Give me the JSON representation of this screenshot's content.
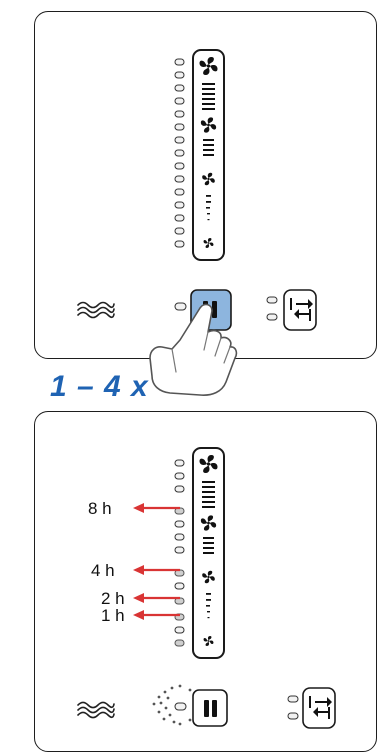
{
  "step_label": "1 – 4 x",
  "timer_labels": [
    {
      "text": "8 h"
    },
    {
      "text": "4 h"
    },
    {
      "text": "2 h"
    },
    {
      "text": "1 h"
    }
  ],
  "icons": {
    "fan_speed": "fan-icon",
    "heat_wave": "heat-wave-icon",
    "pause": "pause-button-icon",
    "oscillation": "oscillation-icon",
    "hand": "pointing-hand-icon",
    "arrow": "red-arrow-icon"
  },
  "colors": {
    "pressed_button": "#8db5de",
    "step_text": "#1f63b3",
    "arrow": "#d93434",
    "indicator_lit": "#cfcfcf"
  },
  "state": {
    "top_panel": "pause button pressed",
    "bottom_panel": "timer indicators 1h, 2h, 4h, 8h highlighted"
  }
}
